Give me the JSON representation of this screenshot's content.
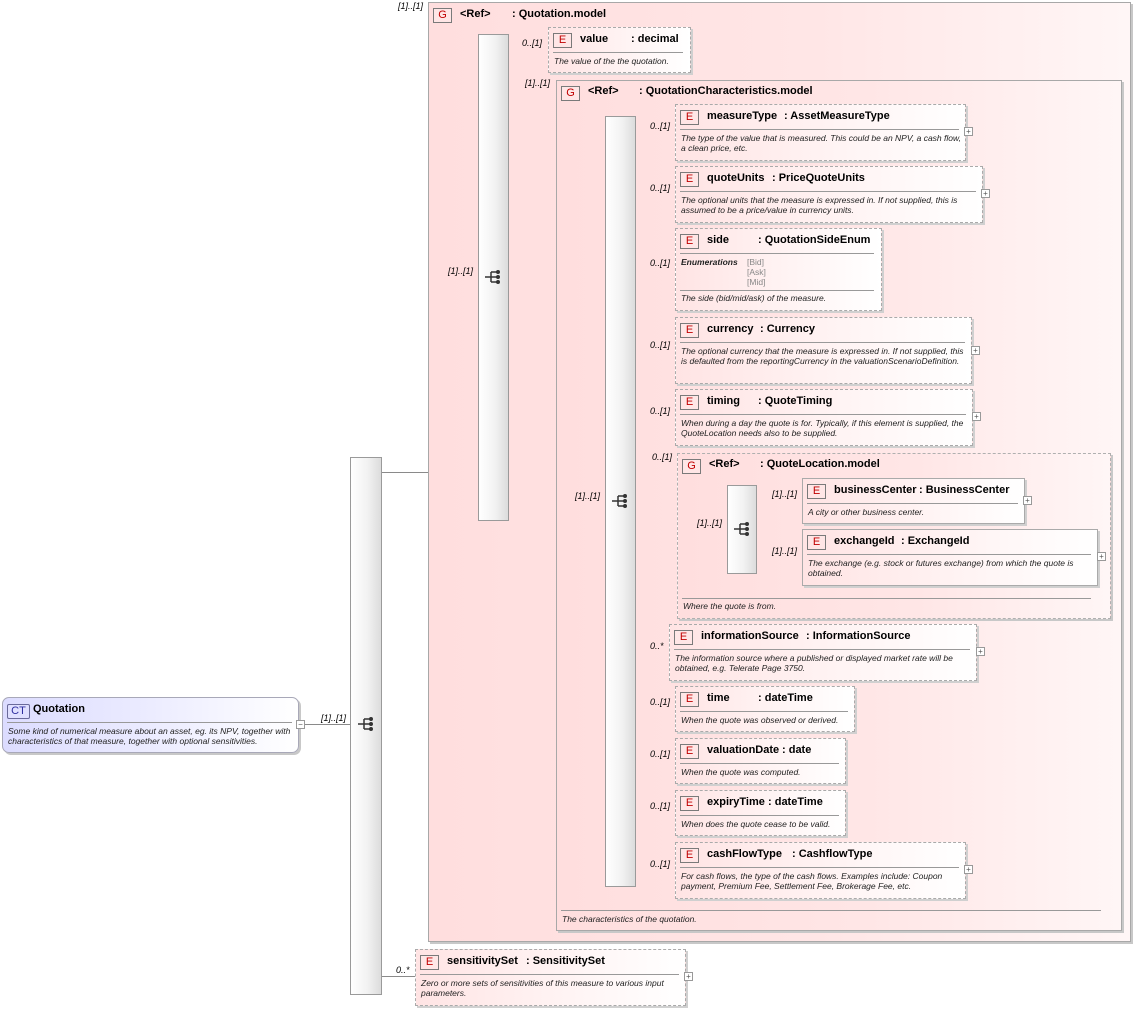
{
  "root": {
    "badge": "CT",
    "name": "Quotation",
    "doc": "Some kind of numerical measure about an asset, eg. its NPV, together with characteristics of that measure, together with optional sensitivities.",
    "seq_card": "[1]..[1]"
  },
  "quotation_model": {
    "card": "[1]..[1]",
    "badge": "G",
    "ref": "<Ref>",
    "type": ": Quotation.model",
    "seq_card": "[1]..[1]",
    "value": {
      "card": "0..[1]",
      "badge": "E",
      "name": "value",
      "type": ": decimal",
      "doc": "The value of the the quotation."
    }
  },
  "characteristics": {
    "card": "[1]..[1]",
    "badge": "G",
    "ref": "<Ref>",
    "type": ": QuotationCharacteristics.model",
    "seq_card": "[1]..[1]",
    "doc": "The characteristics of the quotation.",
    "measureType": {
      "card": "0..[1]",
      "badge": "E",
      "name": "measureType",
      "type": ": AssetMeasureType",
      "doc": "The type of the value that is measured. This could be an NPV, a cash flow, a clean price, etc."
    },
    "quoteUnits": {
      "card": "0..[1]",
      "badge": "E",
      "name": "quoteUnits",
      "type": ": PriceQuoteUnits",
      "doc": "The optional units that the measure is expressed in. If not supplied, this is assumed to be a price/value in currency units."
    },
    "side": {
      "card": "0..[1]",
      "badge": "E",
      "name": "side",
      "type": ": QuotationSideEnum",
      "enum_label": "Enumerations",
      "enums": [
        "[Bid]",
        "[Ask]",
        "[Mid]"
      ],
      "doc": "The side (bid/mid/ask) of the measure."
    },
    "currency": {
      "card": "0..[1]",
      "badge": "E",
      "name": "currency",
      "type": ": Currency",
      "doc": "The optional currency that the measure is expressed in. If not supplied, this is defaulted from the reportingCurrency in the valuationScenarioDefinition."
    },
    "timing": {
      "card": "0..[1]",
      "badge": "E",
      "name": "timing",
      "type": ": QuoteTiming",
      "doc": "When during a day the quote is for. Typically, if this element is supplied, the QuoteLocation needs also to be supplied."
    },
    "location": {
      "card": "0..[1]",
      "badge": "G",
      "ref": "<Ref>",
      "type": ": QuoteLocation.model",
      "seq_card": "[1]..[1]",
      "doc": "Where the quote is from.",
      "businessCenter": {
        "card": "[1]..[1]",
        "badge": "E",
        "name": "businessCenter",
        "type": ": BusinessCenter",
        "doc": "A city or other business center."
      },
      "exchangeId": {
        "card": "[1]..[1]",
        "badge": "E",
        "name": "exchangeId",
        "type": ": ExchangeId",
        "doc": "The exchange (e.g. stock or futures exchange) from which the quote is obtained."
      }
    },
    "informationSource": {
      "card": "0..*",
      "badge": "E",
      "name": "informationSource",
      "type": ": InformationSource",
      "doc": "The information source where a published or displayed market rate will be obtained, e.g. Telerate Page 3750."
    },
    "time": {
      "card": "0..[1]",
      "badge": "E",
      "name": "time",
      "type": ": dateTime",
      "doc": "When the quote was observed or derived."
    },
    "valuationDate": {
      "card": "0..[1]",
      "badge": "E",
      "name": "valuationDate",
      "type": ": date",
      "doc": "When the quote was computed."
    },
    "expiryTime": {
      "card": "0..[1]",
      "badge": "E",
      "name": "expiryTime",
      "type": ": dateTime",
      "doc": "When does the quote cease to be valid."
    },
    "cashFlowType": {
      "card": "0..[1]",
      "badge": "E",
      "name": "cashFlowType",
      "type": ": CashflowType",
      "doc": "For cash flows, the type of the cash flows. Examples include: Coupon payment, Premium Fee, Settlement Fee, Brokerage Fee, etc."
    }
  },
  "sensitivitySet": {
    "card": "0..*",
    "badge": "E",
    "name": "sensitivitySet",
    "type": ": SensitivitySet",
    "doc": "Zero or more sets of sensitivities of this measure to various input parameters."
  },
  "icons": {
    "sequence": "sequence-compositor-icon",
    "expand": "plus-expand-icon",
    "collapse": "minus-collapse-icon"
  }
}
